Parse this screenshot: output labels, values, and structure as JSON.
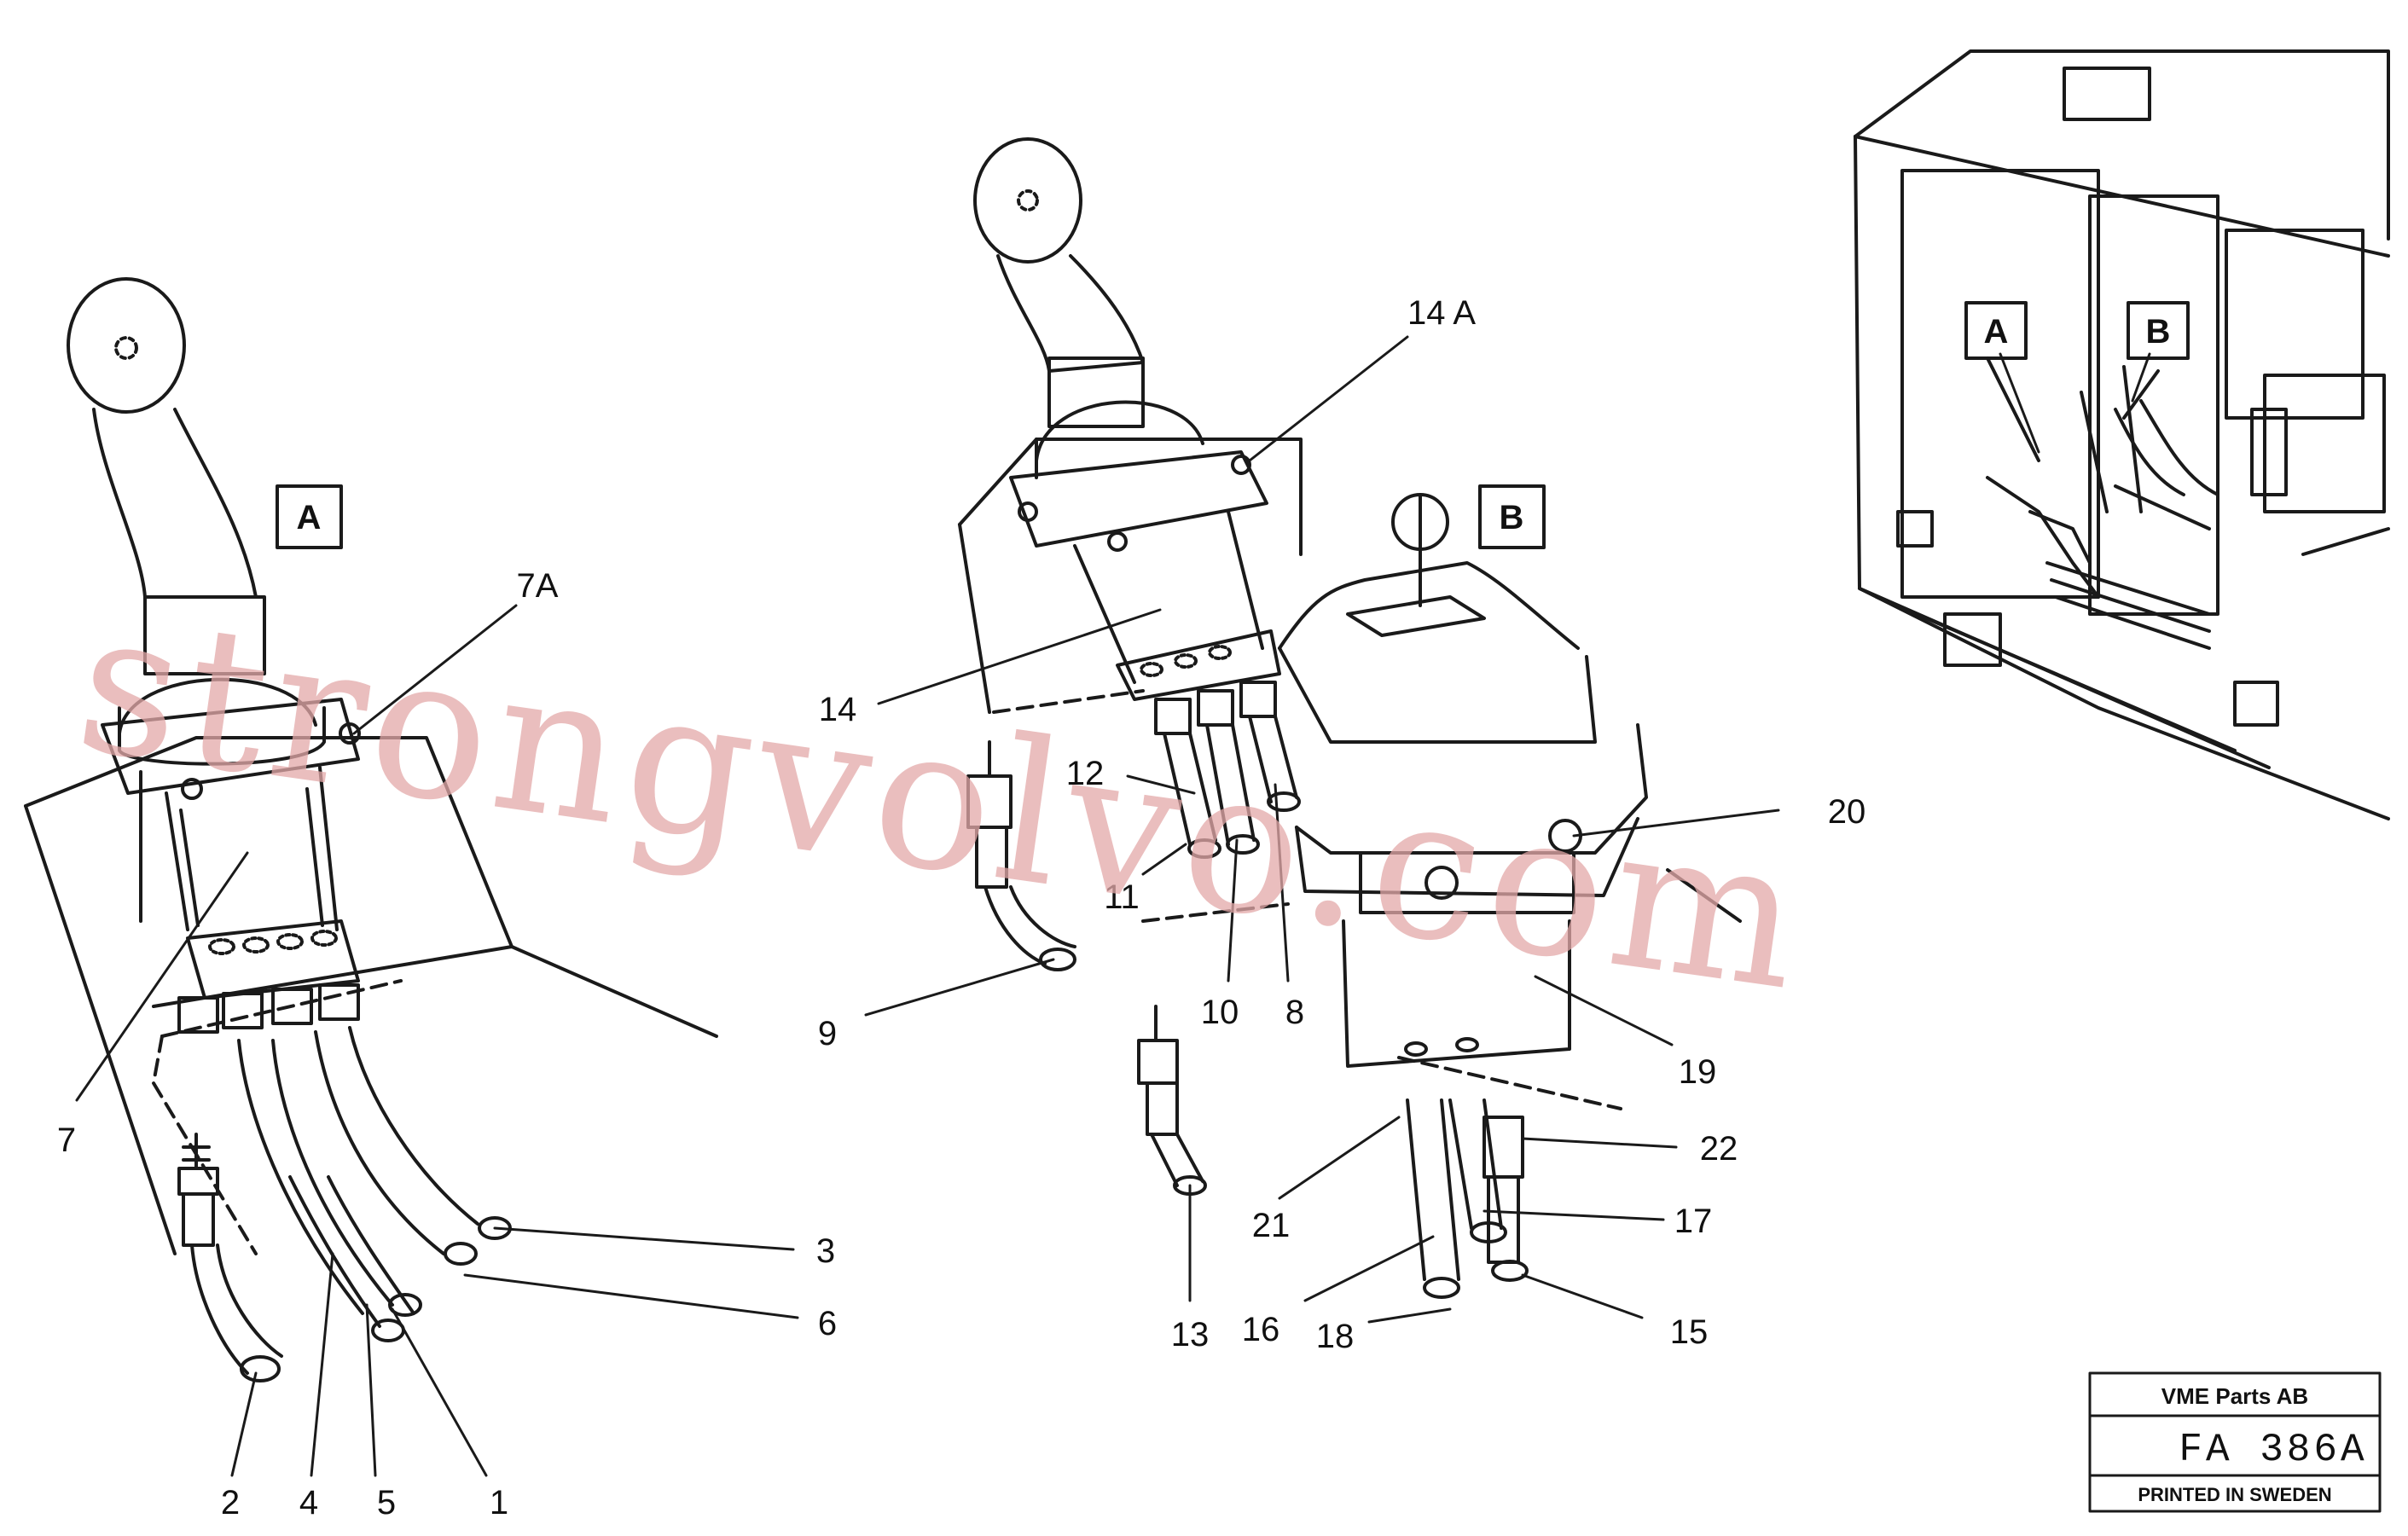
{
  "view_labels": {
    "a": "A",
    "b": "B"
  },
  "parts": {
    "p1": "1",
    "p2": "2",
    "p3": "3",
    "p4": "4",
    "p5": "5",
    "p6": "6",
    "p7": "7",
    "p7a": "7A",
    "p8": "8",
    "p9": "9",
    "p10": "10",
    "p11": "11",
    "p12": "12",
    "p13": "13",
    "p14": "14",
    "p14a": "14 A",
    "p15": "15",
    "p16": "16",
    "p17": "17",
    "p18": "18",
    "p19": "19",
    "p20": "20",
    "p21": "21",
    "p22": "22"
  },
  "watermark": "strongvolvo.com",
  "stamp": {
    "company": "VME Parts AB",
    "code": "FA 386A",
    "printed": "PRINTED IN SWEDEN"
  }
}
